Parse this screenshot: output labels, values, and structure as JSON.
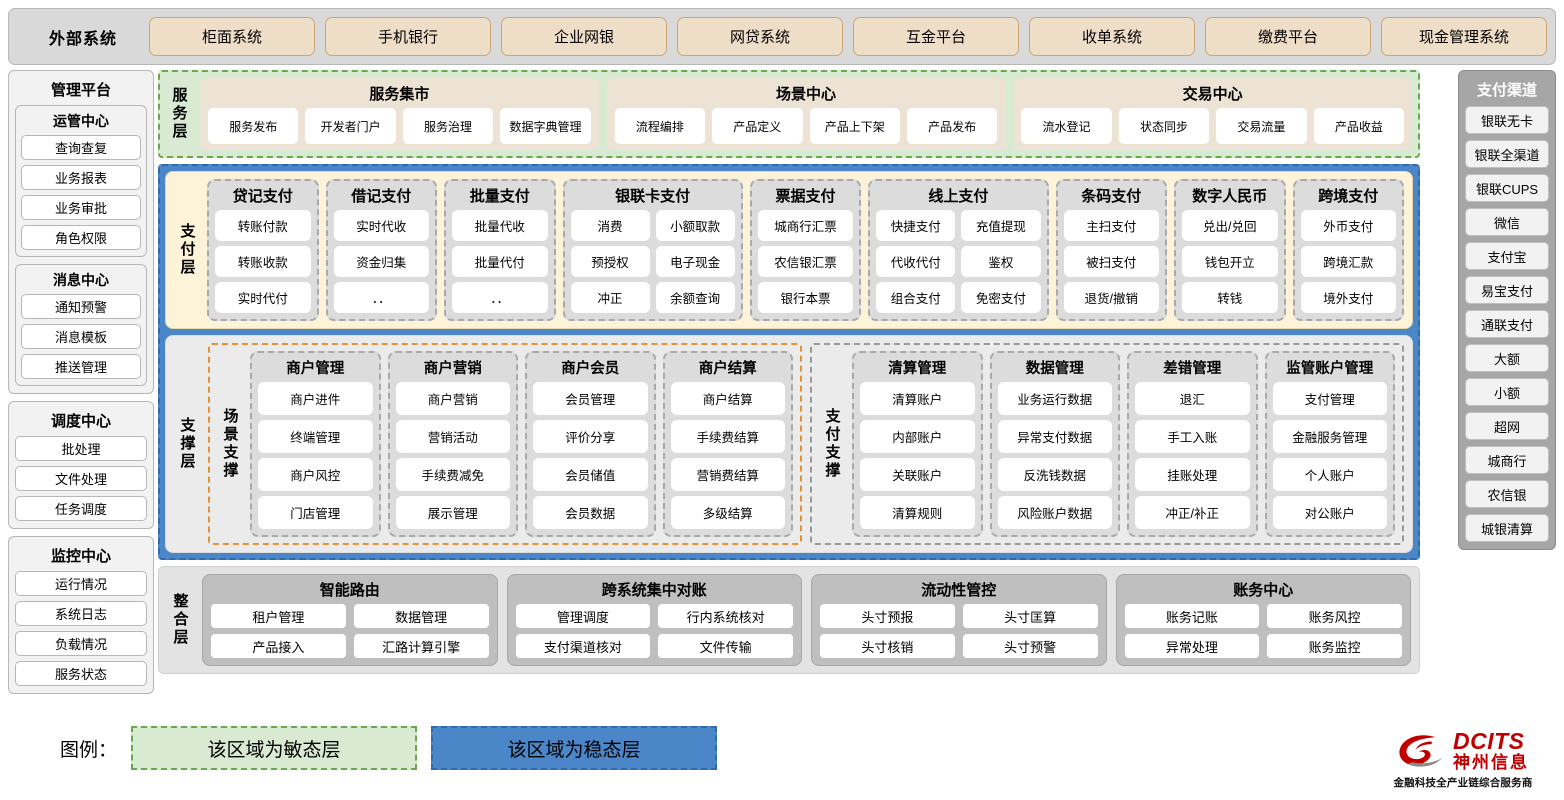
{
  "external": {
    "title": "外部系统",
    "items": [
      "柜面系统",
      "手机银行",
      "企业网银",
      "网贷系统",
      "互金平台",
      "收单系统",
      "缴费平台",
      "现金管理系统"
    ]
  },
  "management": {
    "title": "管理平台",
    "groups": [
      {
        "title": "运管中心",
        "items": [
          "查询查复",
          "业务报表",
          "业务审批",
          "角色权限"
        ]
      },
      {
        "title": "消息中心",
        "items": [
          "通知预警",
          "消息模板",
          "推送管理"
        ]
      }
    ],
    "standalone": [
      {
        "title": "调度中心",
        "items": [
          "批处理",
          "文件处理",
          "任务调度"
        ]
      },
      {
        "title": "监控中心",
        "items": [
          "运行情况",
          "系统日志",
          "负载情况",
          "服务状态"
        ]
      }
    ]
  },
  "channels": {
    "title": "支付渠道",
    "items": [
      "银联无卡",
      "银联全渠道",
      "银联CUPS",
      "微信",
      "支付宝",
      "易宝支付",
      "通联支付",
      "大额",
      "小额",
      "超网",
      "城商行",
      "农信银",
      "城银清算"
    ]
  },
  "service_layer": {
    "label": "服务层",
    "groups": [
      {
        "title": "服务集市",
        "items": [
          "服务发布",
          "开发者门户",
          "服务治理",
          "数据字典管理"
        ]
      },
      {
        "title": "场景中心",
        "items": [
          "流程编排",
          "产品定义",
          "产品上下架",
          "产品发布"
        ]
      },
      {
        "title": "交易中心",
        "items": [
          "流水登记",
          "状态同步",
          "交易流量",
          "产品收益"
        ]
      }
    ]
  },
  "payment_layer": {
    "label": "支付层",
    "groups": [
      {
        "title": "贷记支付",
        "cols": 1,
        "rows": [
          [
            "转账付款"
          ],
          [
            "转账收款"
          ],
          [
            "实时代付"
          ]
        ]
      },
      {
        "title": "借记支付",
        "cols": 1,
        "rows": [
          [
            "实时代收"
          ],
          [
            "资金归集"
          ],
          [
            "．．"
          ]
        ]
      },
      {
        "title": "批量支付",
        "cols": 1,
        "rows": [
          [
            "批量代收"
          ],
          [
            "批量代付"
          ],
          [
            "．．"
          ]
        ]
      },
      {
        "title": "银联卡支付",
        "cols": 2,
        "rows": [
          [
            "消费",
            "小额取款"
          ],
          [
            "预授权",
            "电子现金"
          ],
          [
            "冲正",
            "余额查询"
          ]
        ]
      },
      {
        "title": "票据支付",
        "cols": 1,
        "rows": [
          [
            "城商行汇票"
          ],
          [
            "农信银汇票"
          ],
          [
            "银行本票"
          ]
        ]
      },
      {
        "title": "线上支付",
        "cols": 2,
        "rows": [
          [
            "快捷支付",
            "充值提现"
          ],
          [
            "代收代付",
            "鉴权"
          ],
          [
            "组合支付",
            "免密支付"
          ]
        ]
      },
      {
        "title": "条码支付",
        "cols": 1,
        "rows": [
          [
            "主扫支付"
          ],
          [
            "被扫支付"
          ],
          [
            "退货/撤销"
          ]
        ]
      },
      {
        "title": "数字人民币",
        "cols": 1,
        "rows": [
          [
            "兑出/兑回"
          ],
          [
            "钱包开立"
          ],
          [
            "转钱"
          ]
        ]
      },
      {
        "title": "跨境支付",
        "cols": 1,
        "rows": [
          [
            "外币支付"
          ],
          [
            "跨境汇款"
          ],
          [
            "境外支付"
          ]
        ]
      }
    ]
  },
  "support_layer": {
    "label": "支撑层",
    "zones": [
      {
        "label": "场景支撑",
        "kind": "agile",
        "groups": [
          {
            "title": "商户管理",
            "items": [
              "商户进件",
              "终端管理",
              "商户风控",
              "门店管理"
            ]
          },
          {
            "title": "商户营销",
            "items": [
              "商户营销",
              "营销活动",
              "手续费减免",
              "展示管理"
            ]
          },
          {
            "title": "商户会员",
            "items": [
              "会员管理",
              "评价分享",
              "会员储值",
              "会员数据"
            ]
          },
          {
            "title": "商户结算",
            "items": [
              "商户结算",
              "手续费结算",
              "营销费结算",
              "多级结算"
            ]
          }
        ]
      },
      {
        "label": "支付支撑",
        "kind": "stable",
        "groups": [
          {
            "title": "清算管理",
            "items": [
              "清算账户",
              "内部账户",
              "关联账户",
              "清算规则"
            ]
          },
          {
            "title": "数据管理",
            "items": [
              "业务运行数据",
              "异常支付数据",
              "反洗钱数据",
              "风险账户数据"
            ]
          },
          {
            "title": "差错管理",
            "items": [
              "退汇",
              "手工入账",
              "挂账处理",
              "冲正/补正"
            ]
          },
          {
            "title": "监管账户管理",
            "items": [
              "支付管理",
              "金融服务管理",
              "个人账户",
              "对公账户"
            ]
          }
        ]
      }
    ]
  },
  "integration_layer": {
    "label": "整合层",
    "groups": [
      {
        "title": "智能路由",
        "rows": [
          [
            "租户管理",
            "数据管理"
          ],
          [
            "产品接入",
            "汇路计算引擎"
          ]
        ]
      },
      {
        "title": "跨系统集中对账",
        "rows": [
          [
            "管理调度",
            "行内系统核对"
          ],
          [
            "支付渠道核对",
            "文件传输"
          ]
        ]
      },
      {
        "title": "流动性管控",
        "rows": [
          [
            "头寸预报",
            "头寸匡算"
          ],
          [
            "头寸核销",
            "头寸预警"
          ]
        ]
      },
      {
        "title": "账务中心",
        "rows": [
          [
            "账务记账",
            "账务风控"
          ],
          [
            "异常处理",
            "账务监控"
          ]
        ]
      }
    ]
  },
  "legend": {
    "label": "图例：",
    "agile": "该区域为敏态层",
    "stable": "该区域为稳态层"
  },
  "logo": {
    "en": "DCITS",
    "cn": "神州信息",
    "tagline": "金融科技全产业链综合服务商"
  },
  "colors": {
    "agile_green": "#d9ead3",
    "agile_green_border": "#6aa84f",
    "stable_blue": "#4a86c8",
    "stable_blue_border": "#2f6aab",
    "payment_cream": "#fdf3d8",
    "support_gray": "#ebebeb",
    "group_gray": "#dcdcdc",
    "external_tan": "#eedec8",
    "channel_gray": "#a6a6a6",
    "integration_gray": "#bfbfbf",
    "scene_orange_border": "#e69138",
    "logo_red": "#c00000"
  }
}
